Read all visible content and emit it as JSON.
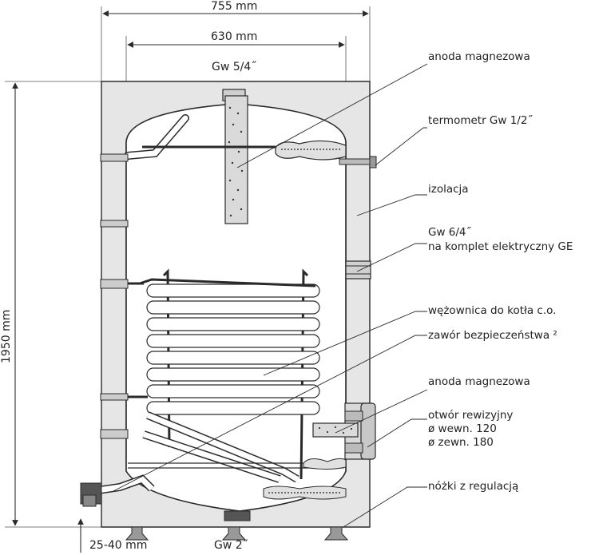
{
  "dimensions": {
    "outer_width": "755 mm",
    "inner_width": "630 mm",
    "height": "1950 mm",
    "feet": "25-40 mm"
  },
  "connections": {
    "top": "Gw 5/4˝",
    "bottom": "Gw 2˝"
  },
  "labels": {
    "anode_top": "anoda magnezowa",
    "thermometer": "termometr Gw 1/2˝",
    "insulation": "izolacja",
    "heater_line1": "Gw 6/4˝",
    "heater_line2": "na komplet elektryczny GE",
    "coil": "wężownica do kotła c.o.",
    "valve": "zawór bezpieczeństwa ²",
    "anode_bottom": "anoda magnezowa",
    "inspection_line1": "otwór rewizyjny",
    "inspection_line2": "ø wewn. 120",
    "inspection_line3": "ø zewn. 180",
    "feet_label": "nóżki z regulacją"
  },
  "colors": {
    "line": "#2a2a2a",
    "insulation": "#e6e6e6",
    "anode": "#d9d9d9",
    "background": "#ffffff"
  }
}
